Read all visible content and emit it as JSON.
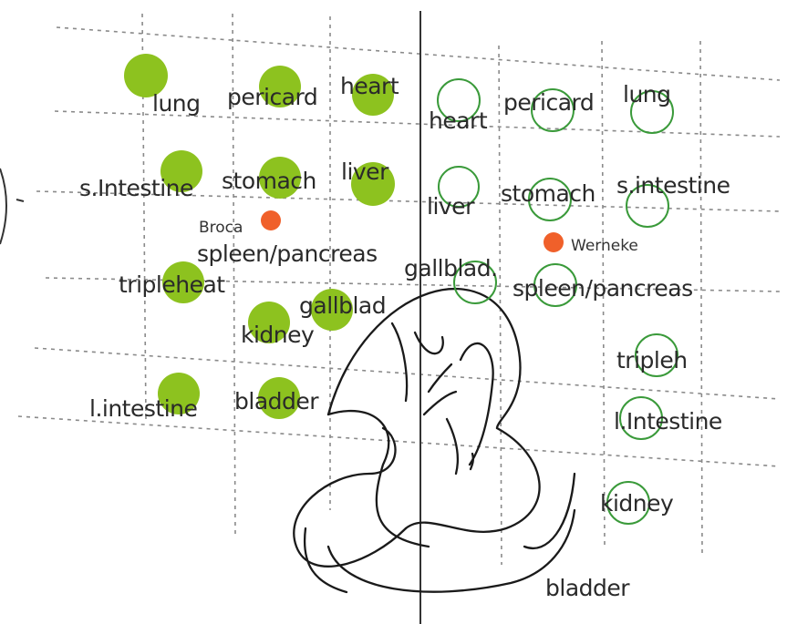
{
  "colors": {
    "filled_point": "#8dc21f",
    "hollow_point": "#3a9a3a",
    "brain_point": "#f0602a",
    "grid": "#8a8a8a",
    "ear": "#1a1a1a"
  },
  "left_ear": {
    "labels": {
      "lung": "lung",
      "pericard": "pericard",
      "heart": "heart",
      "s_intestine": "s.Intestine",
      "stomach": "stomach",
      "liver": "liver",
      "broca": "Broca",
      "spleen_pancreas": "spleen/pancreas",
      "tripleheat": "tripleheat",
      "gallblad": "gallblad",
      "kidney": "kidney",
      "l_intestine": "l.intestine",
      "bladder": "bladder"
    }
  },
  "right_ear": {
    "labels": {
      "heart": "heart",
      "pericard": "pericard",
      "lung": "lung",
      "liver": "liver",
      "stomach": "stomach",
      "s_intestine": "s.intestine",
      "werneke": "Werneke",
      "gallblad": "gallblad.",
      "spleen_pancreas": "spleen/pancreas",
      "tripleh": "tripleh",
      "l_intestine": "l.Intestine",
      "kidney": "kidney",
      "bladder": "bladder"
    }
  }
}
